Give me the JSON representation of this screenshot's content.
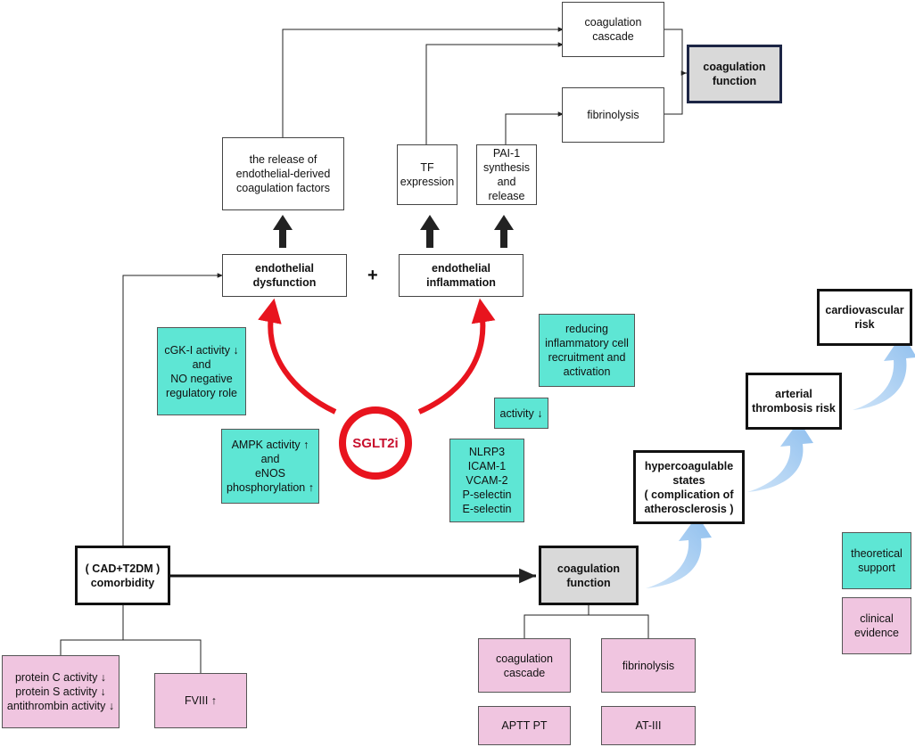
{
  "diagram": {
    "coag_cascade_top": "coagulation\ncascade",
    "fibrinolysis_top": "fibrinolysis",
    "coag_function_top": "coagulation\nfunction",
    "release_factors": "the release of\nendothelial-derived\ncoagulation factors",
    "tf_expression": "TF\nexpression",
    "pai1": "PAI-1\nsynthesis\nand\nrelease",
    "endo_dysfunction": "endothelial\ndysfunction",
    "plus_sign": "+",
    "endo_inflammation": "endothelial\ninflammation",
    "cgk": "cGK-I activity ↓\nand\nNO negative\nregulatory role",
    "ampk": "AMPK activity ↑\nand\neNOS\nphosphorylation ↑",
    "sglt2i": "SGLT2i",
    "reducing_inflam": "reducing\ninflammatory cell\nrecruitment and\nactivation",
    "activity_down": "activity ↓",
    "markers": "NLRP3\nICAM-1\nVCAM-2\nP-selectin\nE-selectin",
    "cardio_risk": "cardiovascular\nrisk",
    "arterial_risk": "arterial\nthrombosis risk",
    "hypercoag": "hypercoagulable\nstates\n( complication of\natherosclerosis )",
    "comorbidity": "( CAD+T2DM )\ncomorbidity",
    "coag_function_bottom": "coagulation\nfunction",
    "legend_theoretical": "theoretical\nsupport",
    "legend_clinical": "clinical\nevidence",
    "protein_c": "protein C activity ↓\nprotein S activity ↓\nantithrombin activity ↓",
    "fviii": "FVIII ↑",
    "coag_cascade_bottom": "coagulation\ncascade",
    "fibrinolysis_bottom": "fibrinolysis",
    "aptt_pt": "APTT    PT",
    "at_iii": "AT-III"
  },
  "colors": {
    "theoretical": "#5ee6d4",
    "clinical": "#f0c5e0",
    "highlight": "#d9d9d9",
    "sglt2i": "#e8141e",
    "trend_arrow": "#a8cdf2"
  }
}
